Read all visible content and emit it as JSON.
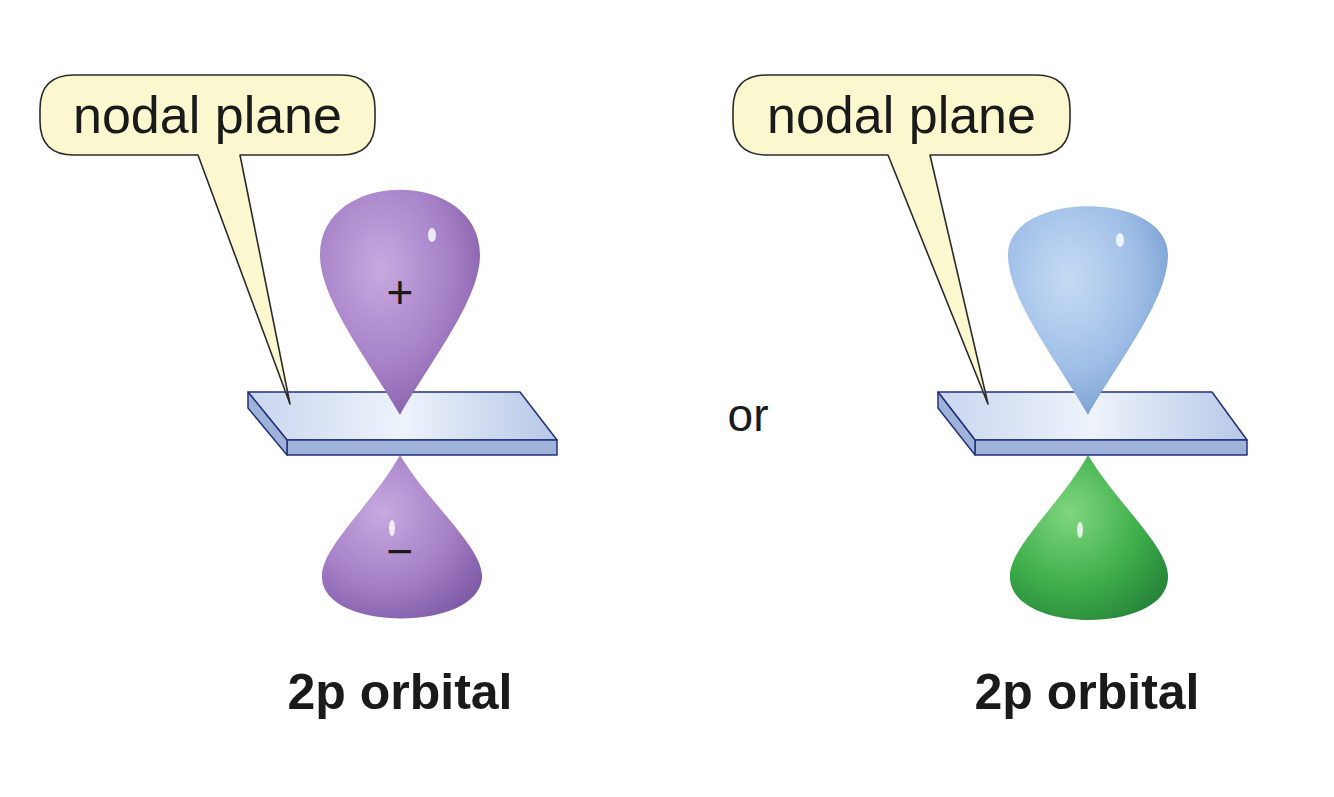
{
  "diagram": {
    "nodes": [
      {
        "text": [
          "nodal plane"
        ]
      },
      {
        "text": [
          "nodal plane"
        ]
      }
    ],
    "labels": [
      "+",
      "−",
      "2p orbital",
      "or",
      "2p orbital"
    ]
  }
}
